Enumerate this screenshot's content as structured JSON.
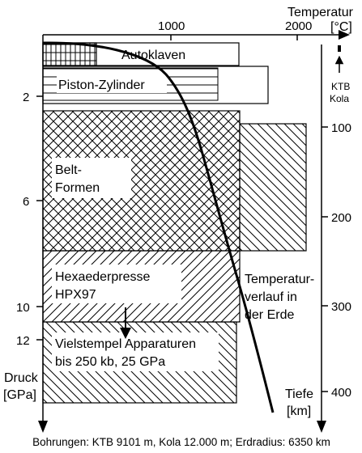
{
  "axes": {
    "temperature": {
      "title": "Temperatur",
      "unit": "[°C]",
      "ticks": [
        "1000",
        "2000"
      ]
    },
    "pressure": {
      "title": "Druck",
      "unit": "[GPa]",
      "ticks": [
        "2",
        "6",
        "10",
        "12"
      ]
    },
    "depth": {
      "title": "Tiefe",
      "unit": "[km]",
      "ticks": [
        "100",
        "200",
        "300",
        "400"
      ]
    }
  },
  "apparatus": {
    "autoklaven": "Autoklaven",
    "piston": "Piston-Zylinder",
    "belt_line1": "Belt-",
    "belt_line2": "Formen",
    "hexa_line1": "Hexaederpresse",
    "hexa_line2": "HPX97",
    "multi_line1": "Vielstempel Apparaturen",
    "multi_line2": "bis 250 kb, 25 GPa"
  },
  "annotations": {
    "ktb_line1": "KTB",
    "ktb_line2": "Kola",
    "curve_line1": "Temperatur-",
    "curve_line2": "verlauf in",
    "curve_line3": "der Erde"
  },
  "caption": "Bohrungen: KTB 9101 m, Kola 12.000 m; Erdradius: 6350 km"
}
